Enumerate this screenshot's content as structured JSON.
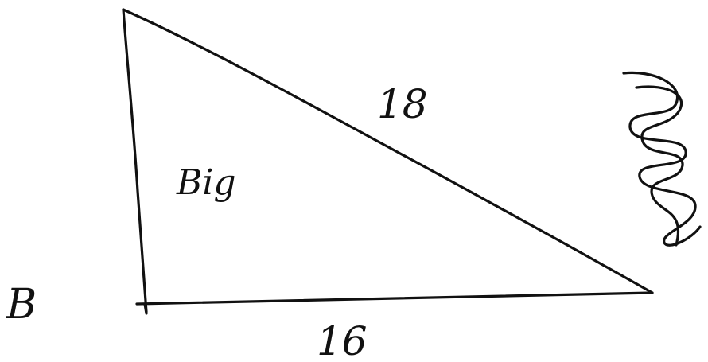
{
  "diagram": {
    "triangle": {
      "interior_label": "Big",
      "hypotenuse_label": "18",
      "base_label": "16"
    },
    "corner_label": "B",
    "colors": {
      "ink": "#111111",
      "background": "#ffffff"
    }
  }
}
